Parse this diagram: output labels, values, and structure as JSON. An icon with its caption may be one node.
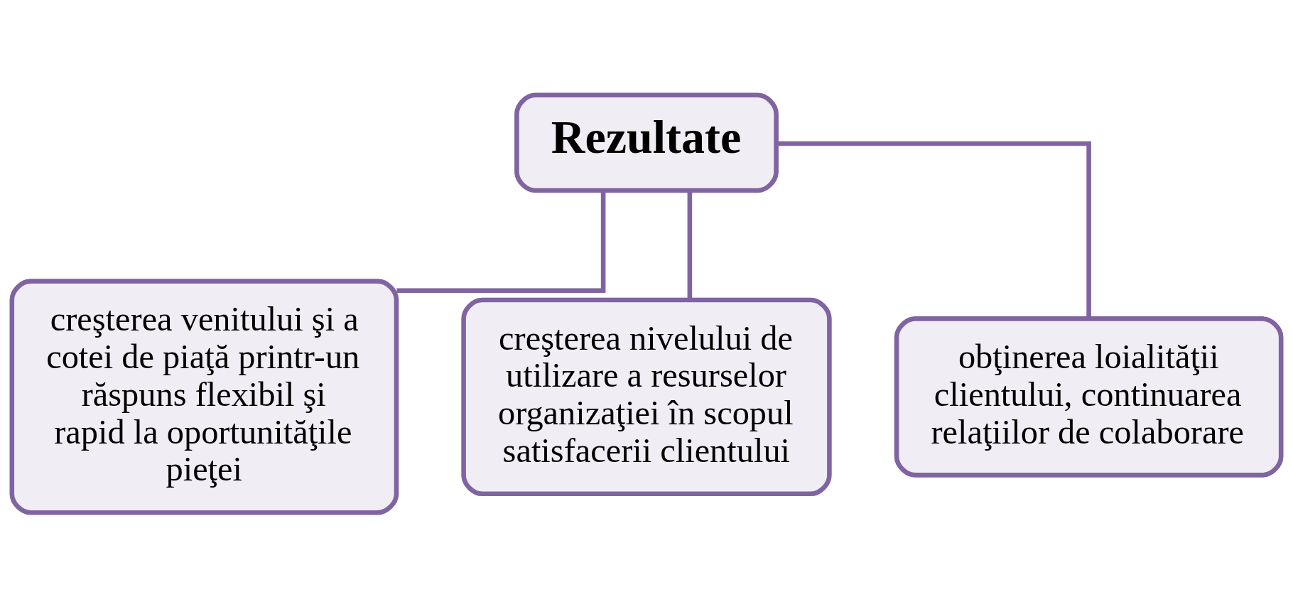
{
  "diagram": {
    "nodes": [
      {
        "text": [
          "Rezultate"
        ]
      },
      {
        "text": [
          "creşterea venitului şi a cotei de piaţă printr-un răspuns flexibil şi rapid la oportunităţile pieţei"
        ]
      },
      {
        "text": [
          "creşterea nivelului de utilizare a resurselor organizaţiei în scopul satisfacerii clientului"
        ]
      },
      {
        "text": [
          "obţinerea loialităţii clientului, continuarea relaţiilor de colaborare"
        ]
      }
    ],
    "edges": [
      {
        "from": 0,
        "to": 1,
        "arrow": "none"
      },
      {
        "from": 0,
        "to": 2,
        "arrow": "none"
      },
      {
        "from": 0,
        "to": 3,
        "arrow": "none"
      }
    ]
  }
}
